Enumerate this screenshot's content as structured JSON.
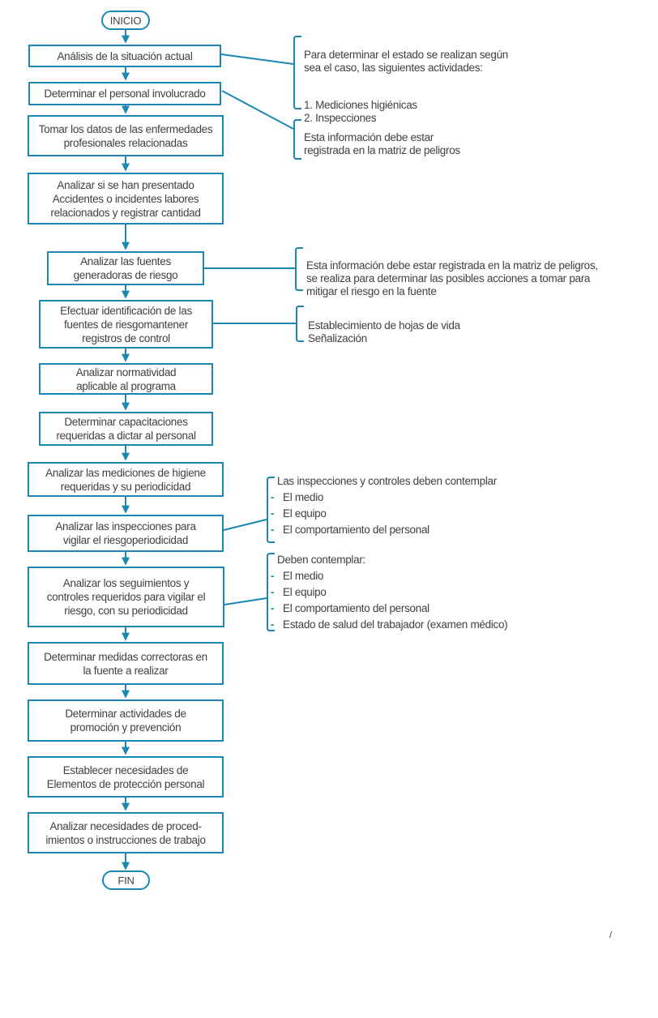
{
  "flowchart": {
    "start_label": "INICIO",
    "end_label": "FIN",
    "bullet_marker": "-",
    "stray_mark": "/",
    "colors": {
      "accent": "#1b87b2",
      "text": "#414042"
    },
    "steps": [
      {
        "label": "Análisis de la situación actual"
      },
      {
        "label": "Determinar el personal involucrado"
      },
      {
        "label": "Tomar los datos de las enfermedades\nprofesionales relacionadas"
      },
      {
        "label": "Analizar si se han presentado\nAccidentes o incidentes labores\nrelacionados y registrar cantidad"
      },
      {
        "label": "Analizar las fuentes\ngeneradoras de riesgo"
      },
      {
        "label": "Efectuar identificación de las\nfuentes de riesgomantener\nregistros de control"
      },
      {
        "label": "Analizar normatividad\naplicable al programa"
      },
      {
        "label": "Determinar capacitaciones\nrequeridas a dictar al personal"
      },
      {
        "label": "Analizar las mediciones de higiene\nrequeridas y su periodicidad"
      },
      {
        "label": "Analizar las inspecciones para\nvigilar el riesgoperiodicidad"
      },
      {
        "label": "Analizar los seguimientos y\ncontroles requeridos para vigilar el\nriesgo, con su periodicidad"
      },
      {
        "label": "Determinar medidas correctoras en\nla fuente a realizar"
      },
      {
        "label": "Determinar actividades de\npromoción y prevención"
      },
      {
        "label": "Establecer necesidades de\nElementos de protección personal"
      },
      {
        "label": "Analizar necesidades de proced-\nimientos o instrucciones de trabajo"
      }
    ],
    "annotations": [
      {
        "text": "Para determinar el estado se realizan según\nsea el caso, las siguientes actividades:",
        "list": "1. Mediciones higiénicas\n2. Inspecciones"
      },
      {
        "text": "Esta información debe estar\nregistrada en la matriz de peligros"
      },
      {
        "text": "Esta información debe estar registrada en la matriz de peligros,\nse realiza para determinar las posibles acciones a tomar para\nmitigar el riesgo en la fuente"
      },
      {
        "text": "Establecimiento de hojas de vida\nSeñalización"
      },
      {
        "header": "Las inspecciones y controles deben contemplar",
        "bullets": [
          "El medio",
          "El equipo",
          "El comportamiento del personal"
        ]
      },
      {
        "header": "Deben contemplar:",
        "bullets": [
          "El medio",
          "El equipo",
          "El comportamiento del personal",
          "Estado de salud del trabajador (examen médico)"
        ]
      }
    ]
  }
}
